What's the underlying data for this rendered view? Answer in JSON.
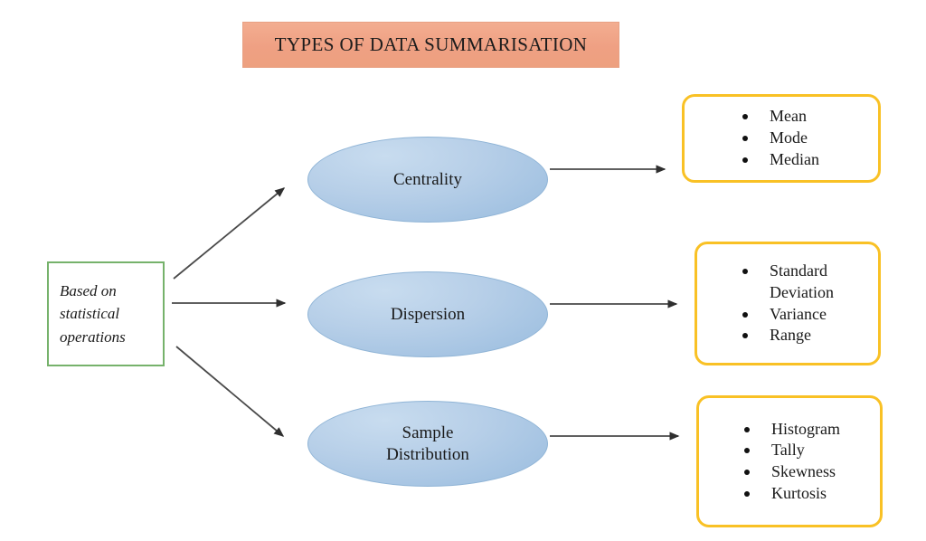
{
  "title": {
    "text": "TYPES OF DATA SUMMARISATION",
    "background_color": "#EFA083"
  },
  "source": {
    "label": "Based on\nstatistical\noperations",
    "border_color": "#76B26B"
  },
  "colors": {
    "ellipse_fill": "#B7CFE8",
    "ellipse_border": "#8FB4D6",
    "detail_border": "#F9C125",
    "arrow": "#3A3A3A",
    "title_background": "#EFA083",
    "source_border": "#76B26B"
  },
  "branches": [
    {
      "node_label": "Centrality",
      "items": [
        "Mean",
        "Mode",
        "Median"
      ]
    },
    {
      "node_label": "Dispersion",
      "items": [
        "Standard\nDeviation",
        "Variance",
        "Range"
      ]
    },
    {
      "node_label": "Sample\nDistribution",
      "items": [
        "Histogram",
        "Tally",
        "Skewness",
        "Kurtosis"
      ]
    }
  ],
  "connectors": [
    {
      "name": "source-to-centrality",
      "direction": "up-right"
    },
    {
      "name": "source-to-dispersion",
      "direction": "right"
    },
    {
      "name": "source-to-sample-distribution",
      "direction": "down-right"
    },
    {
      "name": "centrality-to-details",
      "direction": "right"
    },
    {
      "name": "dispersion-to-details",
      "direction": "right"
    },
    {
      "name": "sample-distribution-to-details",
      "direction": "right"
    }
  ]
}
